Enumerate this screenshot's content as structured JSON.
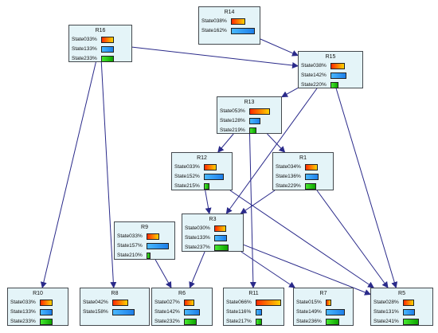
{
  "diagram": {
    "nodes": [
      {
        "id": "R14",
        "title": "R14",
        "states": [
          {
            "label": "State0",
            "value": "38%",
            "pct": 38
          },
          {
            "label": "State1",
            "value": "62%",
            "pct": 62
          }
        ]
      },
      {
        "id": "R16",
        "title": "R16",
        "states": [
          {
            "label": "State0",
            "value": "33%",
            "pct": 33
          },
          {
            "label": "State1",
            "value": "33%",
            "pct": 33
          },
          {
            "label": "State2",
            "value": "33%",
            "pct": 33
          }
        ]
      },
      {
        "id": "R15",
        "title": "R15",
        "states": [
          {
            "label": "State0",
            "value": "38%",
            "pct": 38
          },
          {
            "label": "State1",
            "value": "42%",
            "pct": 42
          },
          {
            "label": "State2",
            "value": "20%",
            "pct": 20
          }
        ]
      },
      {
        "id": "R13",
        "title": "R13",
        "states": [
          {
            "label": "State0",
            "value": "53%",
            "pct": 53
          },
          {
            "label": "State1",
            "value": "28%",
            "pct": 28
          },
          {
            "label": "State2",
            "value": "19%",
            "pct": 19
          }
        ]
      },
      {
        "id": "R12",
        "title": "R12",
        "states": [
          {
            "label": "State0",
            "value": "33%",
            "pct": 33
          },
          {
            "label": "State1",
            "value": "52%",
            "pct": 52
          },
          {
            "label": "State2",
            "value": "15%",
            "pct": 15
          }
        ]
      },
      {
        "id": "R1",
        "title": "R1",
        "states": [
          {
            "label": "State0",
            "value": "34%",
            "pct": 34
          },
          {
            "label": "State1",
            "value": "36%",
            "pct": 36
          },
          {
            "label": "State2",
            "value": "29%",
            "pct": 29
          }
        ]
      },
      {
        "id": "R9",
        "title": "R9",
        "states": [
          {
            "label": "State0",
            "value": "33%",
            "pct": 33
          },
          {
            "label": "State1",
            "value": "57%",
            "pct": 57
          },
          {
            "label": "State2",
            "value": "10%",
            "pct": 10
          }
        ]
      },
      {
        "id": "R3",
        "title": "R3",
        "states": [
          {
            "label": "State0",
            "value": "30%",
            "pct": 30
          },
          {
            "label": "State1",
            "value": "33%",
            "pct": 33
          },
          {
            "label": "State2",
            "value": "37%",
            "pct": 37
          }
        ]
      },
      {
        "id": "R10",
        "title": "R10",
        "states": [
          {
            "label": "State0",
            "value": "33%",
            "pct": 33
          },
          {
            "label": "State1",
            "value": "33%",
            "pct": 33
          },
          {
            "label": "State2",
            "value": "33%",
            "pct": 33
          }
        ]
      },
      {
        "id": "R8",
        "title": "R8",
        "states": [
          {
            "label": "State0",
            "value": "42%",
            "pct": 42
          },
          {
            "label": "State1",
            "value": "58%",
            "pct": 58
          }
        ]
      },
      {
        "id": "R6",
        "title": "R6",
        "states": [
          {
            "label": "State0",
            "value": "27%",
            "pct": 27
          },
          {
            "label": "State1",
            "value": "42%",
            "pct": 42
          },
          {
            "label": "State2",
            "value": "32%",
            "pct": 32
          }
        ]
      },
      {
        "id": "R11",
        "title": "R11",
        "states": [
          {
            "label": "State0",
            "value": "66%",
            "pct": 66
          },
          {
            "label": "State1",
            "value": "16%",
            "pct": 16
          },
          {
            "label": "State2",
            "value": "17%",
            "pct": 17
          }
        ]
      },
      {
        "id": "R7",
        "title": "R7",
        "states": [
          {
            "label": "State0",
            "value": "15%",
            "pct": 15
          },
          {
            "label": "State1",
            "value": "49%",
            "pct": 49
          },
          {
            "label": "State2",
            "value": "36%",
            "pct": 36
          }
        ]
      },
      {
        "id": "R5",
        "title": "R5",
        "states": [
          {
            "label": "State0",
            "value": "28%",
            "pct": 28
          },
          {
            "label": "State1",
            "value": "31%",
            "pct": 31
          },
          {
            "label": "State2",
            "value": "41%",
            "pct": 41
          }
        ]
      }
    ],
    "edges": [
      [
        "R14",
        "R15"
      ],
      [
        "R16",
        "R15"
      ],
      [
        "R16",
        "R10"
      ],
      [
        "R16",
        "R8"
      ],
      [
        "R15",
        "R13"
      ],
      [
        "R15",
        "R3"
      ],
      [
        "R15",
        "R5"
      ],
      [
        "R13",
        "R12"
      ],
      [
        "R13",
        "R1"
      ],
      [
        "R13",
        "R11"
      ],
      [
        "R12",
        "R3"
      ],
      [
        "R12",
        "R5"
      ],
      [
        "R1",
        "R3"
      ],
      [
        "R1",
        "R5"
      ],
      [
        "R9",
        "R6"
      ],
      [
        "R3",
        "R6"
      ],
      [
        "R3",
        "R7"
      ],
      [
        "R3",
        "R5"
      ]
    ],
    "colors": {
      "edge": "#2a2a8a",
      "node_fill": "#e4f4f8",
      "node_border": "#44494e"
    }
  }
}
